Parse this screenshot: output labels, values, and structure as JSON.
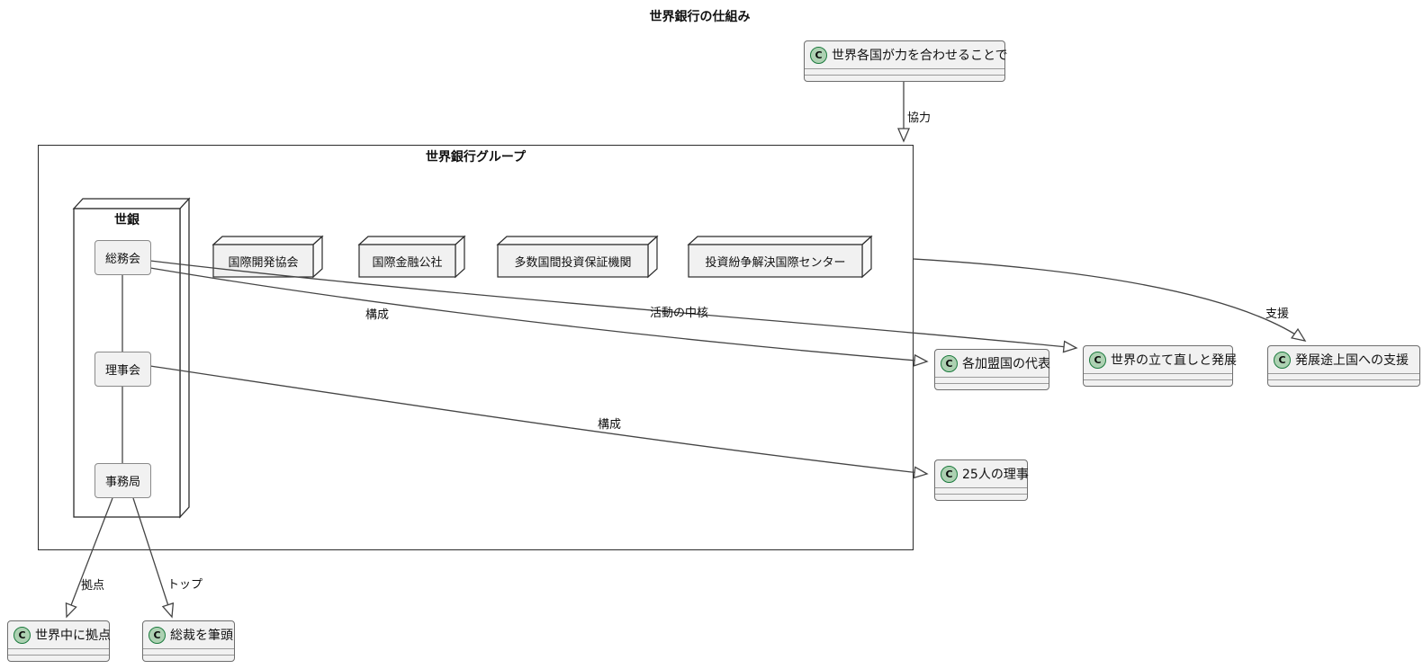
{
  "diagram": {
    "title": "世界銀行の仕組み",
    "group": {
      "label": "世界銀行グループ"
    },
    "bank": {
      "label": "世銀",
      "units": [
        {
          "label": "総務会"
        },
        {
          "label": "理事会"
        },
        {
          "label": "事務局"
        }
      ]
    },
    "agencies": [
      {
        "label": "国際開発協会"
      },
      {
        "label": "国際金融公社"
      },
      {
        "label": "多数国間投資保証機関"
      },
      {
        "label": "投資紛争解決国際センター"
      }
    ],
    "classes": [
      {
        "stereotype": "C",
        "label": "世界各国が力を合わせることで"
      },
      {
        "stereotype": "C",
        "label": "各加盟国の代表"
      },
      {
        "stereotype": "C",
        "label": "世界の立て直しと発展"
      },
      {
        "stereotype": "C",
        "label": "発展途上国への支援"
      },
      {
        "stereotype": "C",
        "label": "25人の理事"
      },
      {
        "stereotype": "C",
        "label": "世界中に拠点"
      },
      {
        "stereotype": "C",
        "label": "総裁を筆頭"
      }
    ],
    "edges": [
      {
        "label": "協力"
      },
      {
        "label": "構成"
      },
      {
        "label": "活動の中核"
      },
      {
        "label": "構成"
      },
      {
        "label": "支援"
      },
      {
        "label": "拠点"
      },
      {
        "label": "トップ"
      }
    ],
    "colors": {
      "class_fill": "#F1F1F1",
      "class_border": "#6e6e6e",
      "circle_fill": "#ADD1B2",
      "circle_border": "#1b7a3d",
      "node_border": "#2b2b2b",
      "edge_line": "#454545"
    }
  }
}
